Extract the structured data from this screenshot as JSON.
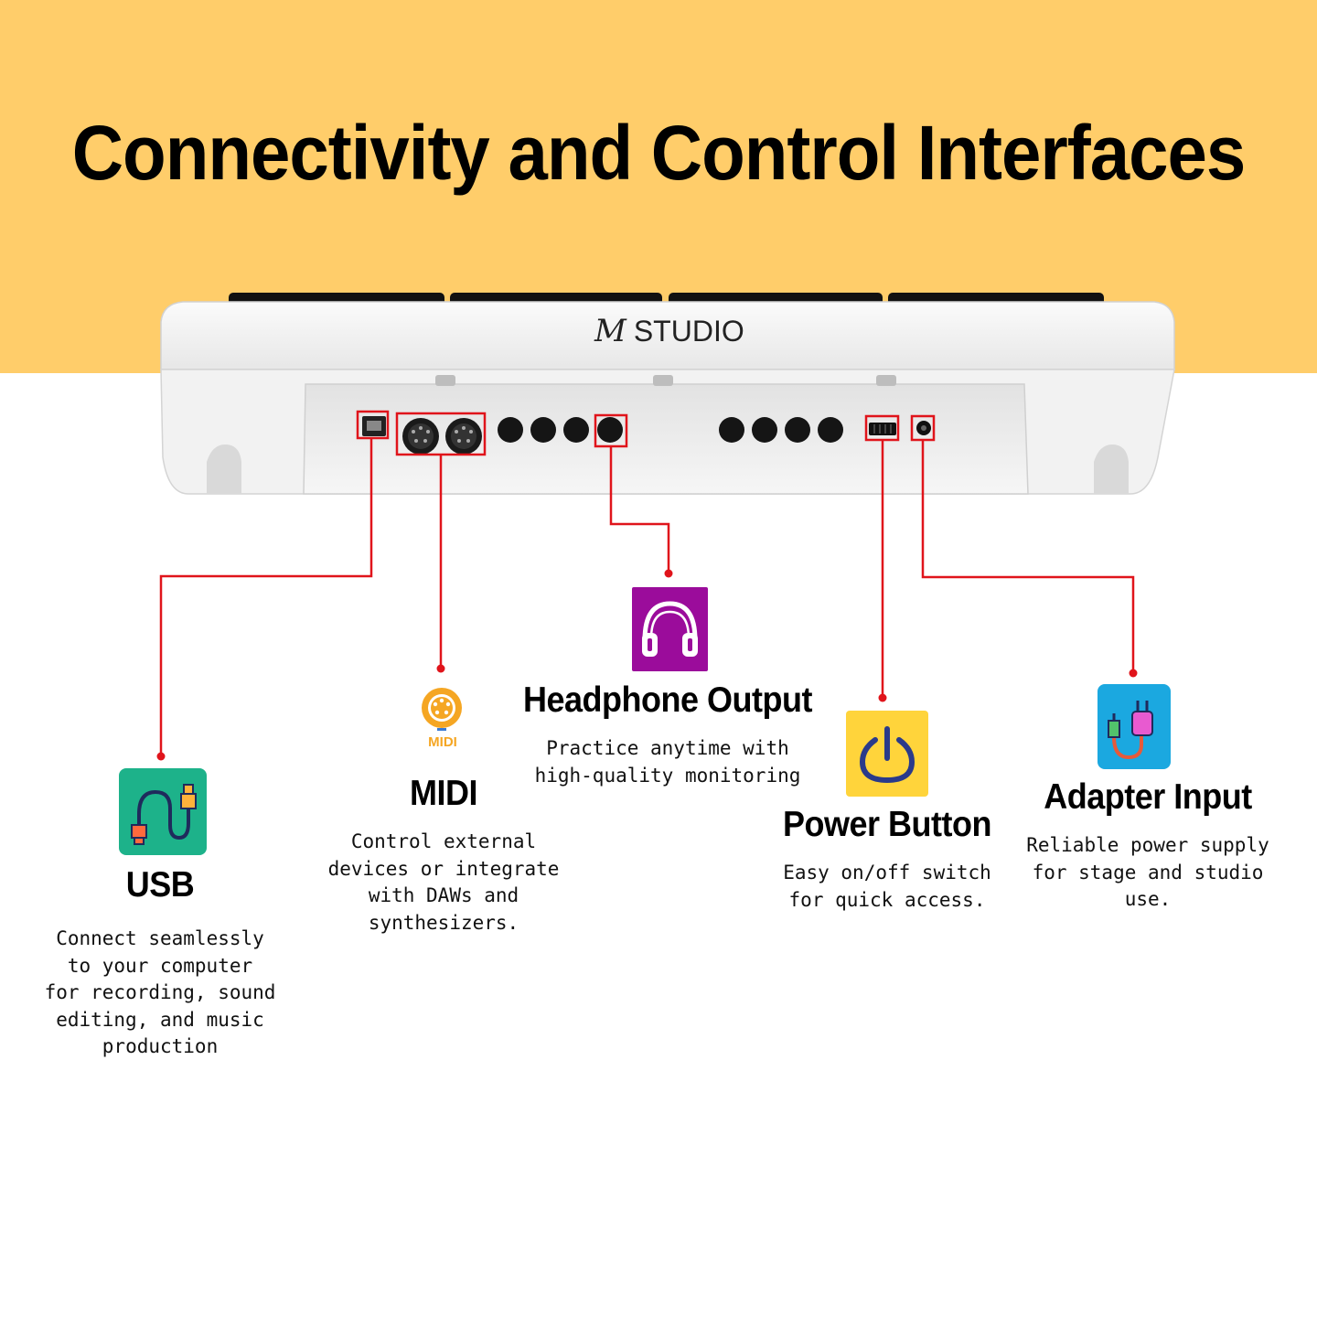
{
  "title": "Connectivity and Control Interfaces",
  "device": {
    "brand": "STUDIO",
    "logo_mark": "M"
  },
  "features": {
    "usb": {
      "title": "USB",
      "description": "Connect seamlessly\nto your computer\nfor recording, sound\nediting, and music\nproduction",
      "icon": "usb-cable-icon",
      "icon_bg": "#1db28a"
    },
    "midi": {
      "title": "MIDI",
      "description": "Control external\ndevices or integrate\nwith DAWs and\nsynthesizers.",
      "icon": "midi-connector-icon",
      "icon_label": "MIDI",
      "icon_color": "#f5a623"
    },
    "headphone": {
      "title": "Headphone Output",
      "description": "Practice anytime with\nhigh-quality monitoring",
      "icon": "headphones-icon",
      "icon_bg": "#9b0c9b"
    },
    "power": {
      "title": "Power Button",
      "description": "Easy on/off switch\nfor quick access.",
      "icon": "power-icon",
      "icon_bg": "#ffd43b"
    },
    "adapter": {
      "title": "Adapter Input",
      "description": "Reliable power supply\nfor stage and studio\nuse.",
      "icon": "power-plug-icon",
      "icon_bg": "#1ba8e0"
    }
  },
  "colors": {
    "accent_band": "#ffcd6a",
    "callout_line": "#e0141b"
  }
}
